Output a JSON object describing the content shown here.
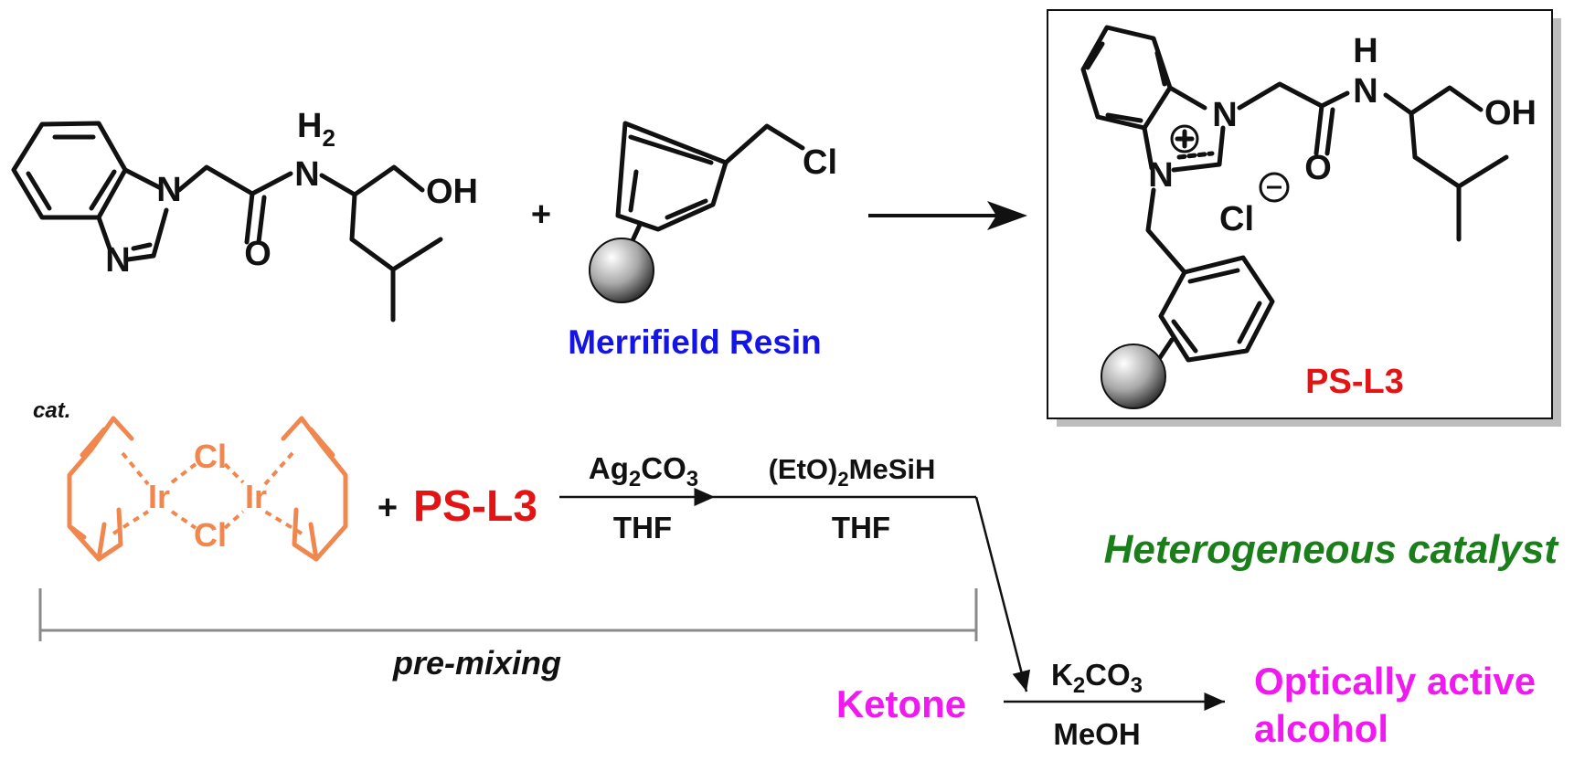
{
  "colors": {
    "black": "#111111",
    "resin_label": "#1414E6",
    "ligand_label": "#E51414",
    "iridium_complex": "#F0874F",
    "heterogeneous": "#1A7F1A",
    "ketone_product": "#F01AF0",
    "bracket": "#8A8A8A",
    "box_shadow": "#BDBDBD"
  },
  "reagents": {
    "plus_sign": "+",
    "resin_name": "Merrifield Resin",
    "chloro": "Cl",
    "amine_h2": "H",
    "amine_sub": "2",
    "amine_n": "N",
    "hydroxyl": "OH",
    "carbonyl_o": "O",
    "ring_n": "N"
  },
  "product": {
    "name": "PS-L3",
    "nh_h": "H",
    "nh_n": "N",
    "counterion": "Cl",
    "cation_charge": "+",
    "anion_charge": "−",
    "hydroxyl": "OH",
    "carbonyl_o": "O",
    "n1": "N",
    "n3": "N"
  },
  "catalyst": {
    "label": "cat.",
    "metal": "Ir",
    "bridge": "Cl",
    "plus_sign": "+",
    "ligand": "PS-L3"
  },
  "conditions": {
    "step1_reagent_main": "Ag",
    "step1_reagent_sub1": "2",
    "step1_reagent_mid": "CO",
    "step1_reagent_sub2": "3",
    "step1_solvent": "THF",
    "step2_reagent_pre": "(EtO)",
    "step2_reagent_sub": "2",
    "step2_reagent_post": "MeSiH",
    "step2_solvent": "THF",
    "premix_label": "pre-mixing",
    "heterogeneous_label": "Heterogeneous catalyst",
    "step3_reagent_main": "K",
    "step3_reagent_sub1": "2",
    "step3_reagent_mid": "CO",
    "step3_reagent_sub2": "3",
    "step3_solvent": "MeOH"
  },
  "reaction": {
    "substrate": "Ketone",
    "product_line1": "Optically active",
    "product_line2": "alcohol"
  }
}
